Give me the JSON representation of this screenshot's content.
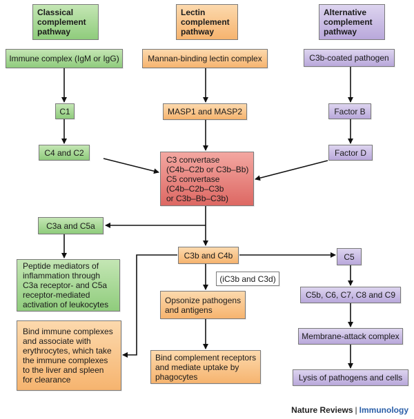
{
  "headers": {
    "classical": "Classical\ncomplement\npathway",
    "lectin": "Lectin\ncomplement\npathway",
    "alternative": "Alternative\ncomplement\npathway"
  },
  "nodes": {
    "immune_complex": "Immune complex (IgM or IgG)",
    "c1": "C1",
    "c4_c2": "C4 and C2",
    "mbl_complex": "Mannan-binding lectin complex",
    "masp": "MASP1 and MASP2",
    "c3b_pathogen": "C3b-coated pathogen",
    "factor_b": "Factor B",
    "factor_d": "Factor D",
    "convertase": "C3 convertase\n(C4b–C2b or C3b–Bb)\nC5 convertase\n(C4b–C2b–C3b\nor C3b–Bb–C3b)",
    "c3a_c5a": "C3a and C5a",
    "peptide_mediators": "Peptide mediators of\ninflammation through\nC3a receptor- and C5a\nreceptor-mediated\nactivation of leukocytes",
    "c3b_c4b": "C3b and C4b",
    "ic3b_c3d": "(iC3b and C3d)",
    "opsonize": "Opsonize pathogens\nand antigens",
    "bind_complement": "Bind complement receptors\nand mediate uptake by\nphagocytes",
    "bind_immune": "Bind immune complexes\nand associate with\nerythrocytes, which take\nthe immune complexes\nto the liver and spleen\nfor clearance",
    "c5": "C5",
    "c5b_c9": "C5b, C6, C7, C8 and C9",
    "mac": "Membrane-attack complex",
    "lysis": "Lysis of pathogens and cells"
  },
  "footer": {
    "journal": "Nature Reviews",
    "separator": "|",
    "subject": "Immunology"
  },
  "colors": {
    "classical_green": "#8fcc7c",
    "lectin_orange": "#f6b46f",
    "alternative_purple": "#b9a8db",
    "convertase_red": "#dd6863",
    "subject_blue": "#2a5fa8"
  }
}
